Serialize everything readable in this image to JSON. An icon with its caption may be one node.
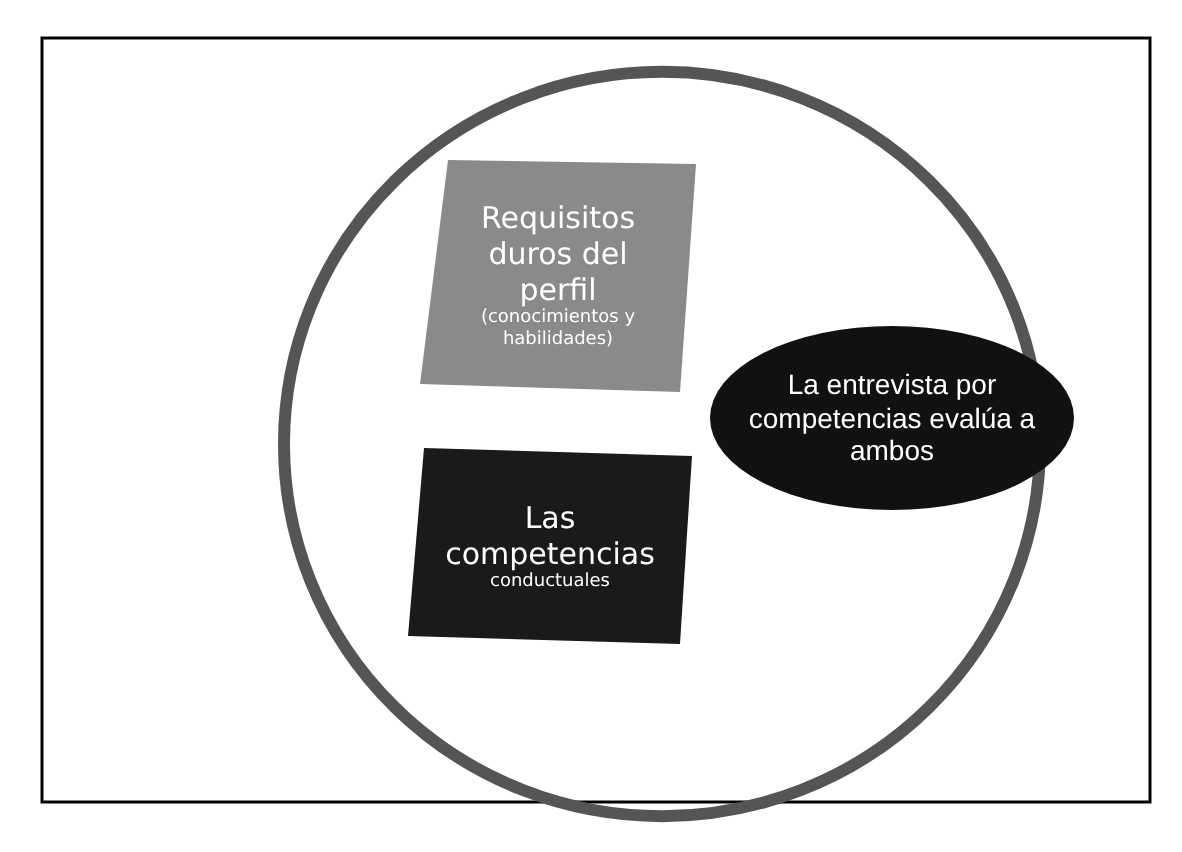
{
  "diagram": {
    "nodes": [
      {
        "text": [],
        "shape": "circle"
      },
      {
        "text": [
          "Requisitos duros del perfil",
          "(conocimientos y habilidades)"
        ],
        "in": 0
      },
      {
        "text": [
          "Las competencias",
          "conductuales"
        ],
        "in": 0
      },
      {
        "text": [
          "La entrevista por competencias evalúa a ambos"
        ]
      }
    ],
    "edges": []
  }
}
